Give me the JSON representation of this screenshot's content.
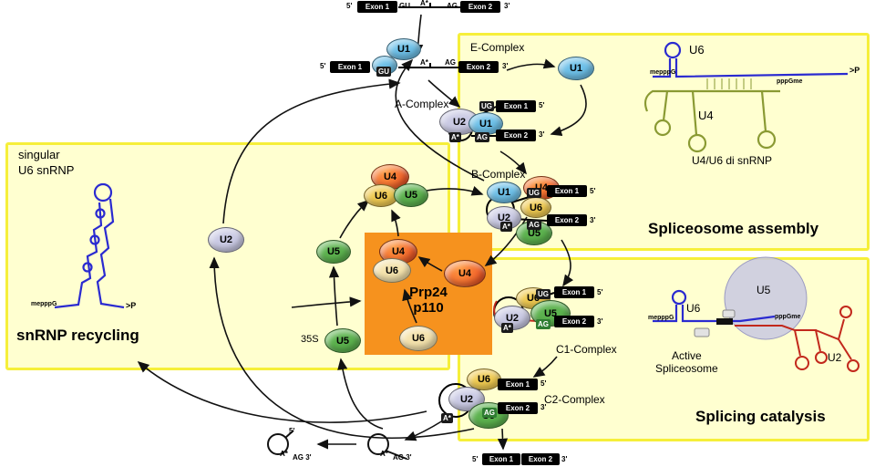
{
  "regions": {
    "recycling": {
      "title": "snRNP recycling",
      "subtitle_line1": "singular",
      "subtitle_line2": "U6 snRNP"
    },
    "assembly": {
      "title": "Spliceosome assembly"
    },
    "catalysis": {
      "title": "Splicing catalysis"
    }
  },
  "complexes": {
    "e": "E-Complex",
    "a": "A-Complex",
    "b": "B-Complex",
    "c1": "C1-Complex",
    "c2": "C2-Complex"
  },
  "snrnps": {
    "u1": "U1",
    "u2": "U2",
    "u4": "U4",
    "u5": "U5",
    "u6": "U6"
  },
  "enzyme": {
    "name_line1": "Prp24",
    "name_line2": "p110"
  },
  "labels": {
    "di_snrnp": "U4/U6 di snRNP",
    "active_line1": "Active",
    "active_line2": "Spliceosome",
    "s35": "35S"
  },
  "rna": {
    "exon1": "Exon 1",
    "exon2": "Exon 2",
    "five_prime": "5'",
    "three_prime": "3'",
    "gu": "GU",
    "ug": "UG",
    "ag": "AG",
    "branch_a": "A*",
    "ag_three": "AG 3'",
    "cap": "mepppG",
    "cap2": "pppGme",
    "end_p": ">P"
  },
  "colors": {
    "u1": "#6ec0e8",
    "u2": "#cacae4",
    "u4": "#e8431f",
    "u5": "#5cb24e",
    "u6": "#f0cb52",
    "u6_pale": "#f5e3ad",
    "region_fill": "#ffffd0",
    "region_border": "#f6ef3a",
    "prp24_box": "#f6921e",
    "u6_rna": "#2a2ad0",
    "u4_rna": "#8a9a33",
    "u2_rna": "#c2281c"
  }
}
